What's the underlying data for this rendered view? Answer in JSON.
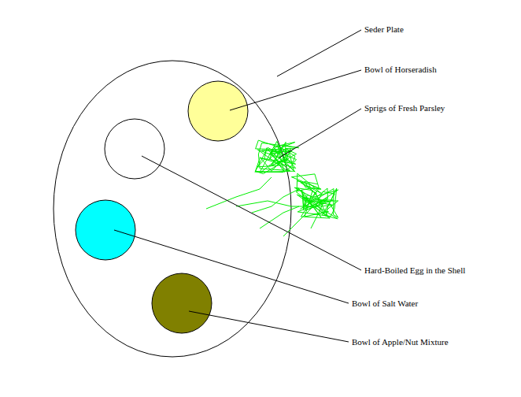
{
  "diagram": {
    "labels": [
      "Seder Plate",
      "Bowl of Horseradish",
      "Sprigs of Fresh Parsley",
      "Hard-Boiled Egg in the Shell",
      "Bowl of Salt Water",
      "Bowl of Apple/Nut Mixture"
    ]
  }
}
